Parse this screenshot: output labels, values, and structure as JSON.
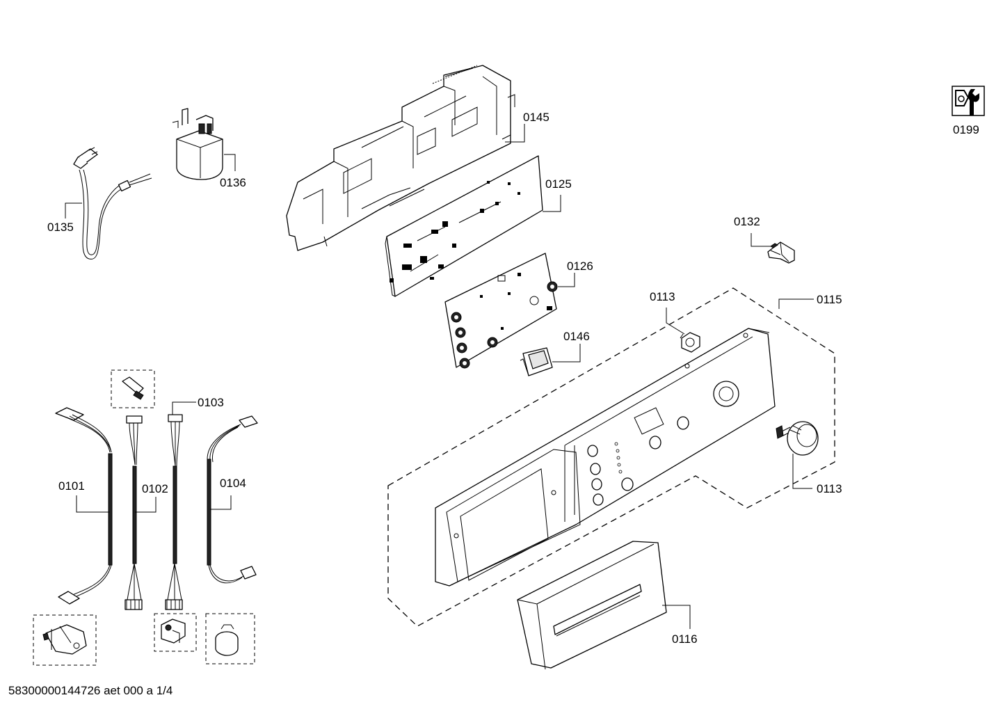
{
  "labels": {
    "p0135": "0135",
    "p0136": "0136",
    "p0145": "0145",
    "p0125": "0125",
    "p0126": "0126",
    "p0146": "0146",
    "p0132": "0132",
    "p0113a": "0113",
    "p0115": "0115",
    "p0113b": "0113",
    "p0116": "0116",
    "p0199": "0199",
    "p0103": "0103",
    "p0101": "0101",
    "p0102": "0102",
    "p0104": "0104"
  },
  "footer": {
    "doc_id": "58300000144726 aet 000 a 1/4"
  },
  "icons": {
    "service": "tool-wrench-icon"
  }
}
